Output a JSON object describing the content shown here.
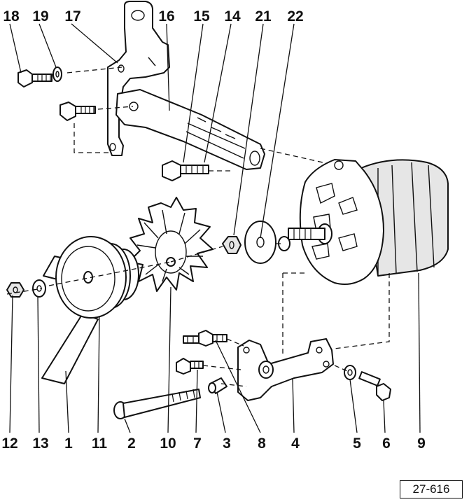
{
  "diagram": {
    "reference_code": "27-616",
    "labels_top": [
      "18",
      "19",
      "17",
      "16",
      "15",
      "14",
      "21",
      "22"
    ],
    "labels_bottom": [
      "12",
      "13",
      "1",
      "11",
      "2",
      "10",
      "7",
      "3",
      "8",
      "4",
      "5",
      "6",
      "9"
    ]
  }
}
